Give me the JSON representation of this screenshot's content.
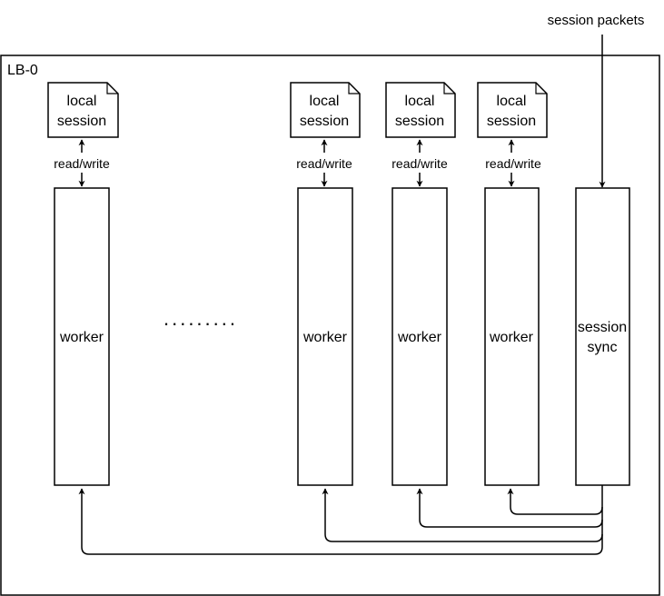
{
  "diagram": {
    "container_label": "LB-0",
    "input_label": "session packets",
    "ellipsis": ".........",
    "session_doc_lines": [
      "local",
      "session"
    ],
    "rw_label": "read/write",
    "worker_label": "worker",
    "sync_lines": [
      "session",
      "sync"
    ],
    "line_color": "#000000",
    "fill_color": "#ffffff"
  }
}
